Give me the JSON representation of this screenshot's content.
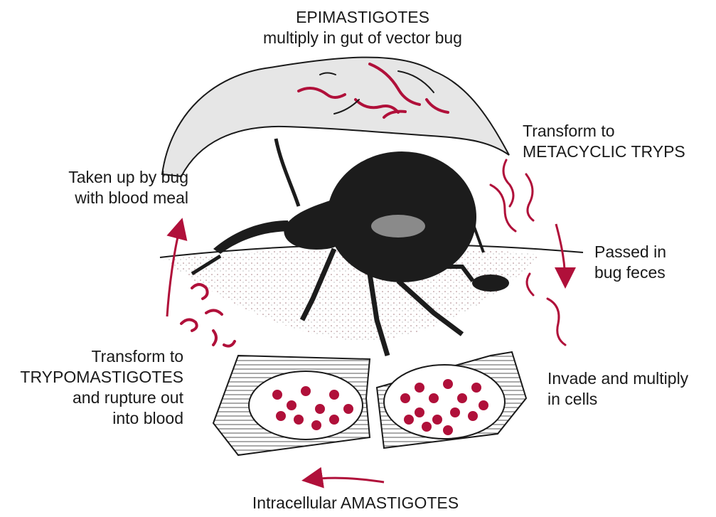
{
  "labels": {
    "epimastigotes": {
      "line1": "EPIMASTIGOTES",
      "line2": "multiply in gut of vector bug"
    },
    "metacyclic": {
      "line1": "Transform to",
      "line2": "METACYCLIC TRYPS"
    },
    "taken_up": {
      "line1": "Taken up by bug",
      "line2": "with blood meal"
    },
    "passed": {
      "line1": "Passed in",
      "line2": "bug feces"
    },
    "trypomastigotes": {
      "line1": "Transform to",
      "line2": "TRYPOMASTIGOTES",
      "line3": "and rupture out",
      "line4": "into blood"
    },
    "invade": {
      "line1": "Invade and multiply",
      "line2": "in cells"
    },
    "amastigotes": {
      "line1": "Intracellular AMASTIGOTES"
    }
  },
  "colors": {
    "ink": "#1a1a1a",
    "parasite_red": "#b0103a",
    "gut_fill": "#e6e6e6",
    "bug_body": "#1c1c1c"
  }
}
